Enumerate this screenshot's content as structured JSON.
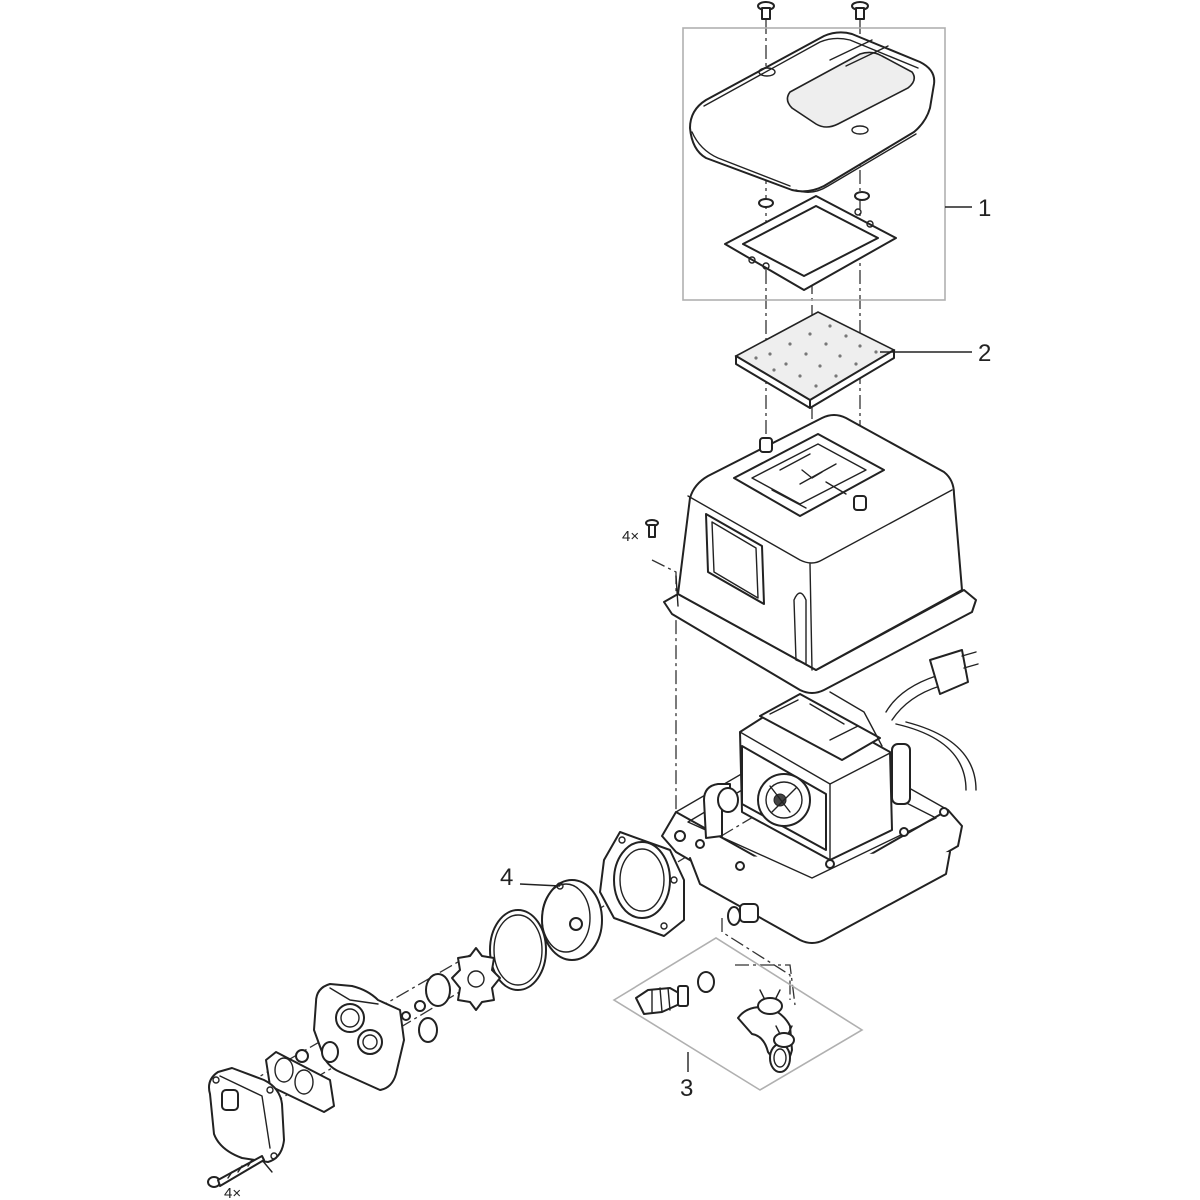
{
  "callouts": {
    "part_1": "1",
    "part_2": "2",
    "part_3": "3",
    "part_4": "4"
  },
  "quantities": {
    "housing_screws": "4×",
    "pump_head_screws": "4×"
  }
}
